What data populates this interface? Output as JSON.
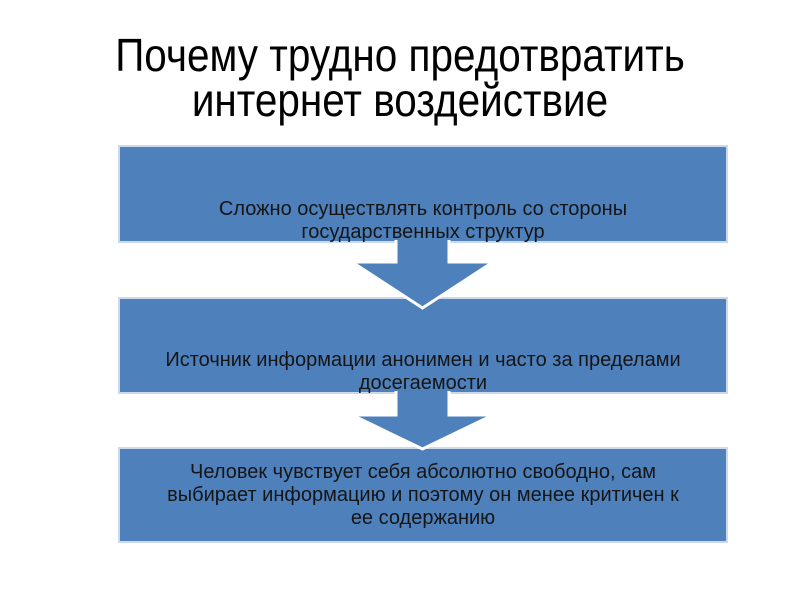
{
  "slide": {
    "title": "Почему трудно предотвратить\nинтернет воздействие",
    "background_color": "#ffffff",
    "title_color": "#000000"
  },
  "diagram": {
    "type": "vertical-arrow-list",
    "box_fill_color": "#4e80bc",
    "box_border_color": "#ccd9eb",
    "arrow_fill_color": "#4e80bc",
    "arrow_outline_color": "#ffffff",
    "text_color": "#151515",
    "boxes": [
      {
        "text": "Сложно осуществлять контроль со стороны\nгосударственных структур"
      },
      {
        "text": "Источник информации анонимен и часто за пределами\nдосегаемости"
      },
      {
        "text": "Человек чувствует себя абсолютно свободно, сам\nвыбирает информацию и поэтому он менее критичен к\nее содержанию"
      }
    ]
  }
}
